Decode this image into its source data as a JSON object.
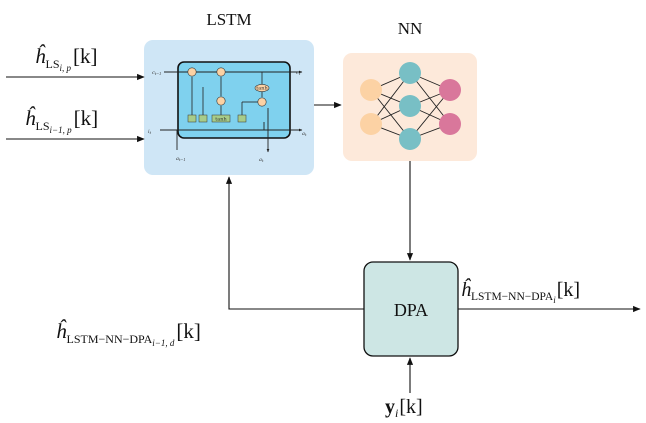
{
  "blocks": {
    "lstm": {
      "title": "LSTM"
    },
    "nn": {
      "title": "NN"
    },
    "dpa": {
      "label": "DPA"
    }
  },
  "signals": {
    "in_1": {
      "base": "ĥ",
      "sub": "LS",
      "subsub": "i, p",
      "arg": "[k]"
    },
    "in_2": {
      "base": "ĥ",
      "sub": "LS",
      "subsub": "i−1, p",
      "arg": "[k]"
    },
    "out": {
      "base": "ĥ",
      "sub": "LSTM−NN−DPA",
      "subsub": "i",
      "arg": "[k]"
    },
    "feedback": {
      "base": "ĥ",
      "sub": "LSTM−NN−DPA",
      "subsub": "i−1, d",
      "arg": "[k]"
    },
    "meas": {
      "base": "y",
      "sub": "i",
      "arg": "[k]"
    }
  },
  "lstm_cell": {
    "c_prev": "c",
    "c_prev_sub": "t−1",
    "c_next": "c",
    "c_next_sub": "t",
    "h_prev": "a",
    "h_prev_sub": "t−1",
    "h_next": "a",
    "h_next_sub": "t",
    "x": "i",
    "x_sub": "t",
    "y": "a",
    "y_sub": "t",
    "tanh_upper": "tanh",
    "tanh_lower": "tanh"
  },
  "colors": {
    "lstm_bg": "#cfe6f6",
    "nn_bg": "#fde9da",
    "dpa_bg": "#cde6e4",
    "cell_blue": "#7fd1ee",
    "node_orange": "#fcd2a4",
    "node_teal": "#78bfc5",
    "node_pink": "#d9779b",
    "gate_green": "#a7cc8a"
  }
}
